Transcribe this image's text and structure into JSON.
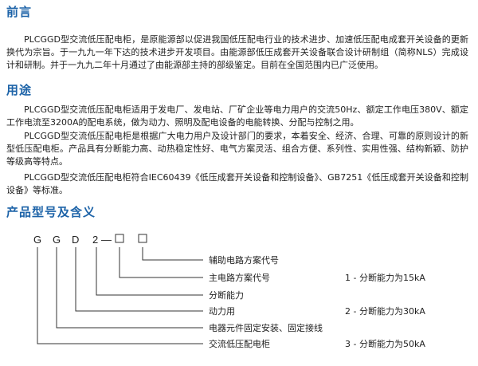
{
  "sections": {
    "preface": {
      "title": "前言",
      "text": "PLCGGD型交流低压配电柜，是原能源部以促进我国低压配电行业的技术进步、加速低压配电成套开关设备的更新换代为宗旨。于一九九一年下达的技术进步开发项目。由能源部低压成套开关设备联合设计研制组（简称NLS）完成设计和研制。并于一九九二年十月通过了由能源部主持的部级鉴定。目前在全国范围内已广泛使用。"
    },
    "usage": {
      "title": "用途",
      "text1": "PLCGGD型交流低压配电柜适用于发电厂、发电站、厂矿企业等电力用户的交流50Hz、额定工作电压380V、额定工作电流至3200A的配电系统，做为动力、照明及配电设备的电能转换、分配与控制之用。",
      "text2": "PLCGGD型交流低压配电柜是根据广大电力用户及设计部门的要求，本着安全、经济、合理、可靠的原则设计的新型低压配电柜。产品具有分断能力高、动热稳定性好、电气方案灵活、组合方便、系列性、实用性强、结构新颖、防护等级高等特点。",
      "text3": "PLCGGD型交流低压配电柜符合IEC60439《低压成套开关设备和控制设备》、GB7251《低压成套开关设备和控制设备》等标准。"
    },
    "model": {
      "title": "产品型号及含义",
      "code_letters": [
        "G",
        "G",
        "D",
        "2",
        "—"
      ],
      "meanings": [
        "辅助电路方案代号",
        "主电路方案代号",
        "分断能力",
        "动力用",
        "电器元件固定安装、固定接线",
        "交流低压配电柜"
      ],
      "capacities": [
        "1 - 分断能力为15kA",
        "2 - 分断能力为30kA",
        "3 - 分断能力为50kA"
      ]
    }
  }
}
